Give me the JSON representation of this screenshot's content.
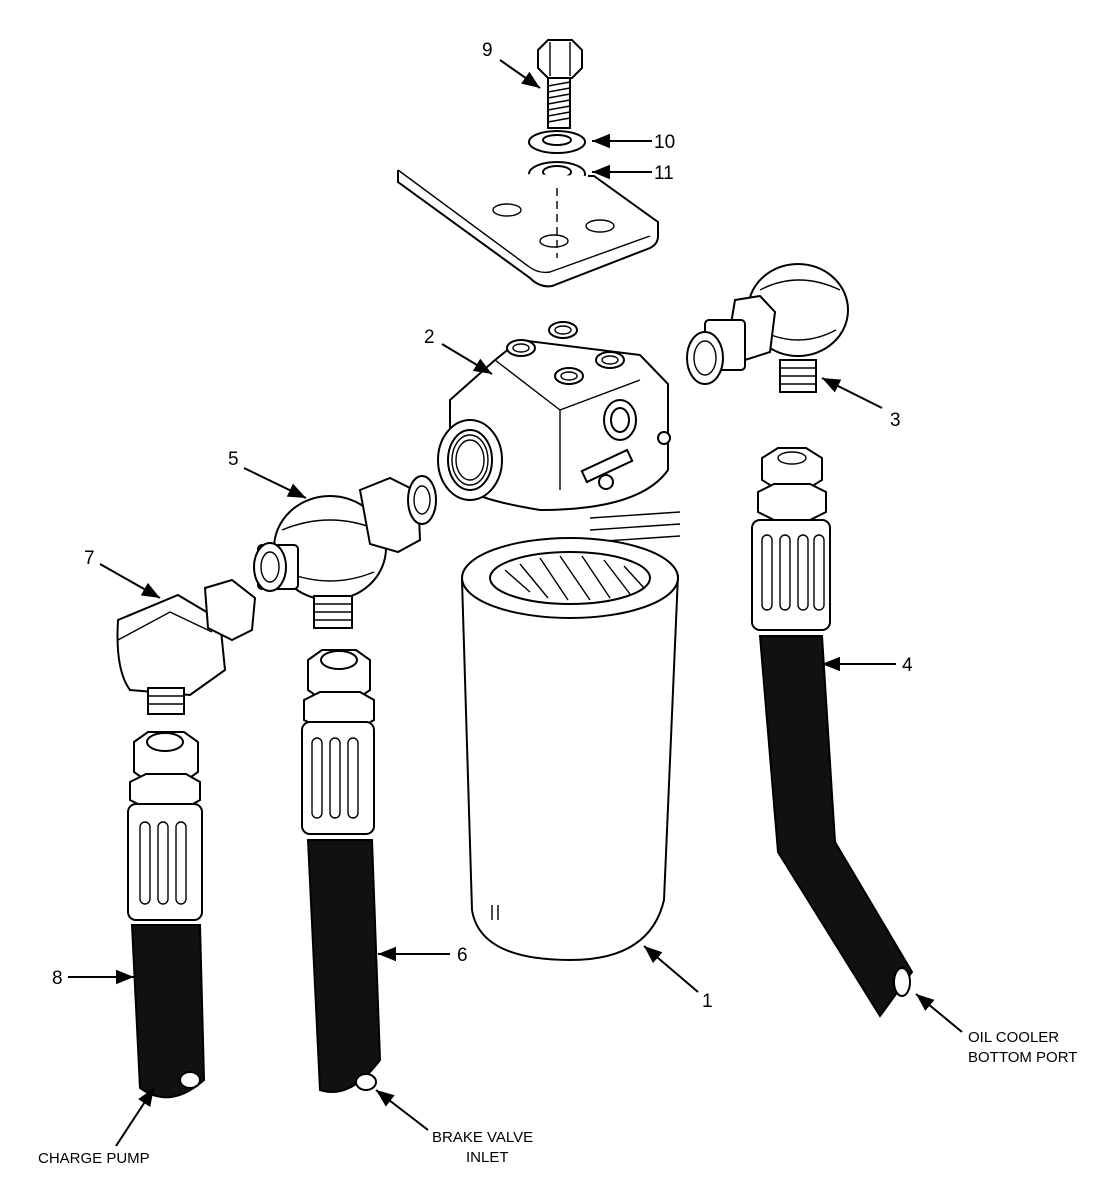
{
  "callouts": {
    "c1": "1",
    "c2": "2",
    "c3": "3",
    "c4": "4",
    "c5": "5",
    "c6": "6",
    "c7": "7",
    "c8": "8",
    "c9": "9",
    "c10": "10",
    "c11": "11"
  },
  "labels": {
    "charge_pump": "CHARGE PUMP",
    "brake_valve_line1": "BRAKE VALVE",
    "brake_valve_line2": "INLET",
    "oil_cooler_line1": "OIL COOLER",
    "oil_cooler_line2": "BOTTOM PORT"
  }
}
